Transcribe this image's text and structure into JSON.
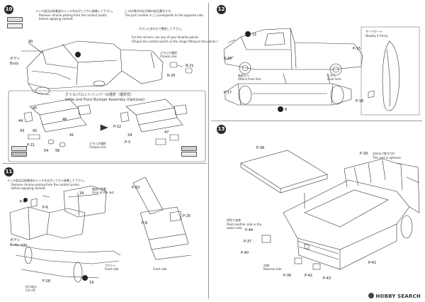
{
  "steps": {
    "s10": "10",
    "s11": "11",
    "s12": "12",
    "s13": "13"
  },
  "panel10": {
    "note_jp": "メッキ部品は接着面のメッキをはがしてから接着して下さい。",
    "note_en1": "Remove chrome plating from the contact points",
    "note_en2": "before applying cement.",
    "num_note_jp": "□ 内の数字は反対側の部品番号です。",
    "num_note_en1": "The part number in □ corresponds to the opposite side.",
    "mirror_jp": "ボディに合わせて整形して下さい。",
    "mirror_en1": "For the mirrors, use any of your favorite points.",
    "mirror_en2": "(Shape the contact points so the shape fitting to the points.)",
    "choose_jp": "どちらか選択",
    "choose_en": "Choose one",
    "body_jp": "ボディ",
    "body_en": "Body",
    "grille_jp": "グリル/フロントバンパーの選択（選択式）",
    "grille_en": "Grille and Front Bumper Assembly (Optional)",
    "choose2_jp": "どちらか選択",
    "choose2_en": "Choose one.",
    "labels": [
      "45",
      "44",
      "46",
      "43",
      "42",
      "41",
      "24",
      "P-22",
      "P-21",
      "P-3",
      "R-20",
      "R-21",
      "54",
      "56",
      "47",
      "40"
    ]
  },
  "panel11": {
    "note_jp": "メッキ部品は接着面のメッキをはがしてから接着して下さい。",
    "note_en1": "Remove chrome plating from the contact points",
    "note_en2": "before applying cement.",
    "glue_jp": "後部に接着",
    "glue_en": "Glue at the last.",
    "body_jp": "ボディ",
    "body_en": "Body side",
    "front_jp": "フロント",
    "front_en": "Front side",
    "front2_en": "Front side",
    "cut_jp": "切り取る",
    "cut_en": "Cut off.",
    "labels": [
      "P-4",
      "18",
      "P-20",
      "P-6",
      "P-8",
      "F-28",
      "P-25",
      "19"
    ]
  },
  "panel12": {
    "rear_jp": "後部から",
    "rear_en": "Attach from this.",
    "under_jp": "下から",
    "under_en": "Glue here.",
    "surf_jp": "サーフボード",
    "surf_en": "Display it freely.",
    "labels": [
      "11",
      "8",
      "P-18",
      "P-17",
      "P-16",
      "P-15"
    ]
  },
  "panel13": {
    "opt_jp": "お好みで取り付け",
    "opt_en": "This part is optional.",
    "paint_jp": "同色で塗装",
    "paint_en1": "Paint another side in the",
    "paint_en2": "same color.",
    "inner_jp": "内側",
    "inner_en": "Reverse side",
    "labels": [
      "P-38",
      "P-39",
      "P-37",
      "P-40",
      "P-36",
      "P-42",
      "P-41",
      "P-43",
      "P-44"
    ]
  },
  "footer": {
    "brand": "HOBBY SEARCH"
  }
}
